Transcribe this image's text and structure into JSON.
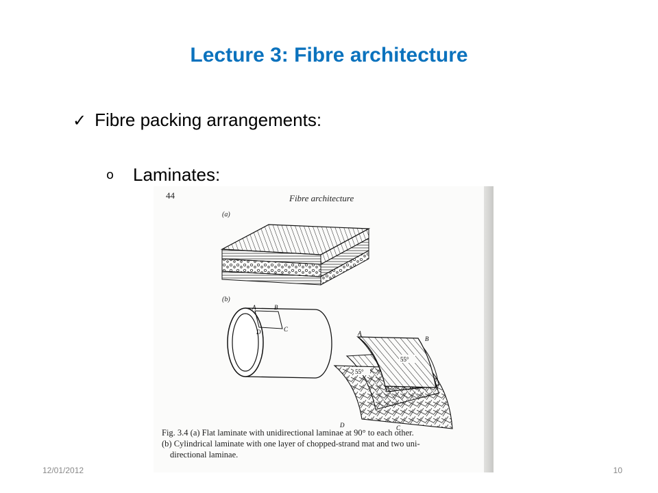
{
  "slide": {
    "title": "Lecture 3: Fibre architecture",
    "bullet_level1": "Fibre packing arrangements:",
    "bullet_level2": "Laminates:",
    "footer_date": "12/01/2012",
    "footer_page": "10"
  },
  "figure": {
    "page_number": "44",
    "running_head": "Fibre architecture",
    "panel_a_label": "(a)",
    "panel_b_label": "(b)",
    "corner_labels": {
      "cyl_A": "A",
      "cyl_B": "B",
      "cyl_C": "C",
      "cyl_D": "D",
      "lam_A": "A",
      "lam_B": "B",
      "lam_C": "C",
      "lam_D": "D"
    },
    "angle_labels": [
      "55°",
      "55°"
    ],
    "caption_lines": [
      "Fig. 3.4   (a) Flat laminate with unidirectional laminae at 90° to each other.",
      "(b) Cylindrical laminate with one layer of chopped-strand mat and two uni-",
      "directional laminae."
    ]
  },
  "colors": {
    "title": "#0B72BD",
    "text": "#000000",
    "footer": "#888888",
    "ink": "#1a1a1a"
  }
}
